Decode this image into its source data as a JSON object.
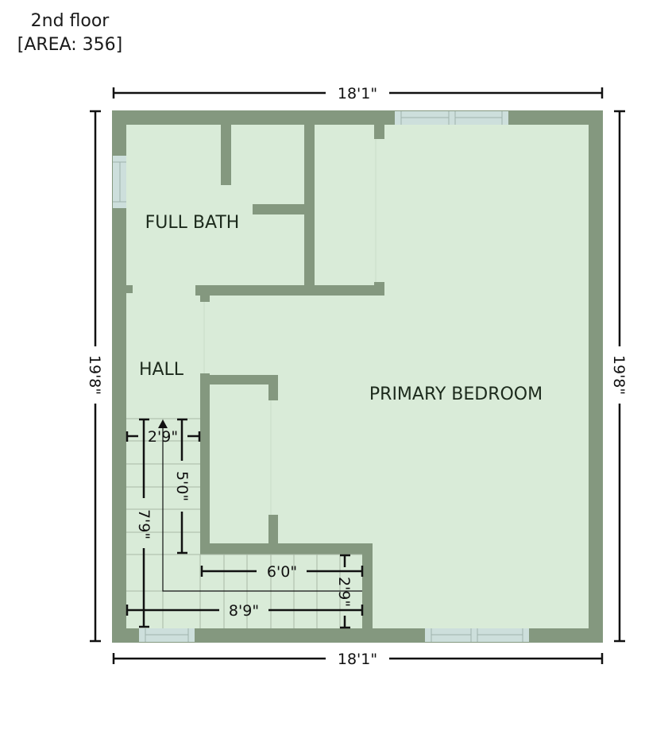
{
  "header": {
    "floor_title": "2nd floor",
    "area_label": "[AREA: 356]"
  },
  "colors": {
    "wall": "#84987f",
    "floor": "#d9ebd8",
    "window": "#cddfdc",
    "dimension_line": "#111111",
    "stair_grid": "#9fb09c"
  },
  "overall_dimensions": {
    "top_width": "18'1\"",
    "bottom_width": "18'1\"",
    "left_height": "19'8\"",
    "right_height": "19'8\""
  },
  "rooms": [
    {
      "name": "FULL BATH"
    },
    {
      "name": "HALL"
    },
    {
      "name": "PRIMARY BEDROOM"
    }
  ],
  "stair_dimensions": {
    "width_top": "2'9\"",
    "run_vertical": "5'0\"",
    "total_vertical": "7'9\"",
    "landing_run": "6'0\"",
    "landing_width": "2'9\"",
    "total_horizontal": "8'9\""
  }
}
